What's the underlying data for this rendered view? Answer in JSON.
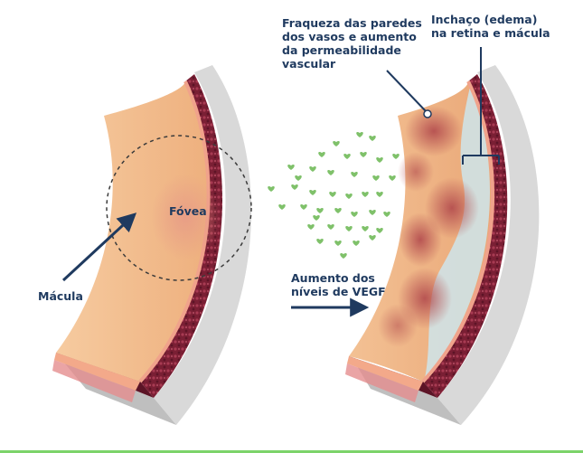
{
  "labels": {
    "fovea": "Fóvea",
    "macula": "Mácula",
    "vegf_increase": [
      "Aumento dos",
      "níveis de VEGF"
    ],
    "vessel_weakness": [
      "Fraqueza das paredes",
      "dos vasos e aumento",
      "da permeabilidade",
      "vascular"
    ],
    "edema": [
      "Inchaço (edema)",
      "na retina e mácula"
    ]
  },
  "colors": {
    "label_text": "#1f3a5f",
    "arrow": "#1f3a5f",
    "retina_tissue": "#f1bb8c",
    "choroid": "#7a1f34",
    "sclera": "#d9d9d9",
    "vegf_particles": "#7fc16a",
    "edema_fluid": "#cfe2e6",
    "bottom_bar": "#7cd36a"
  }
}
